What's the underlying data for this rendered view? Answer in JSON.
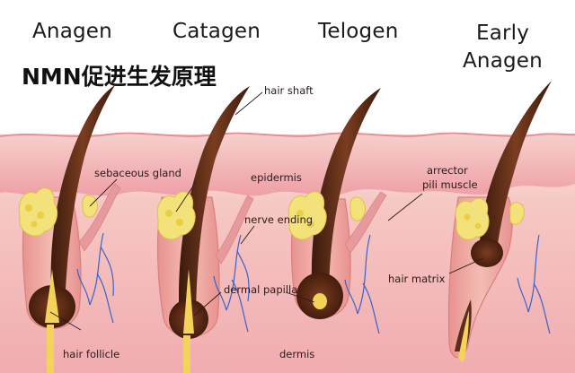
{
  "overlay_title": "NMN促进生发原理",
  "stages": [
    {
      "id": "anagen",
      "title": "Anagen"
    },
    {
      "id": "catagen",
      "title": "Catagen"
    },
    {
      "id": "telogen",
      "title": "Telogen"
    },
    {
      "id": "early-anagen",
      "title_line1": "Early",
      "title_line2": "Anagen"
    }
  ],
  "labels": {
    "hair_shaft": "hair shaft",
    "sebaceous_gland": "sebaceous gland",
    "epidermis": "epidermis",
    "nerve_ending": "nerve ending",
    "arrector_line1": "arrector",
    "arrector_line2": "pili muscle",
    "dermal_papilla": "dermal papilla",
    "hair_matrix": "hair matrix",
    "hair_follicle": "hair follicle",
    "dermis": "dermis"
  },
  "colors": {
    "skin_top": "#f6cfc6",
    "epidermis": "#f1aeb0",
    "dermis": "#f3b5b7",
    "follicle": "#eca39e",
    "hair": "#5b2d18",
    "gland": "#f1de6a",
    "nerve": "#3a63c9"
  }
}
